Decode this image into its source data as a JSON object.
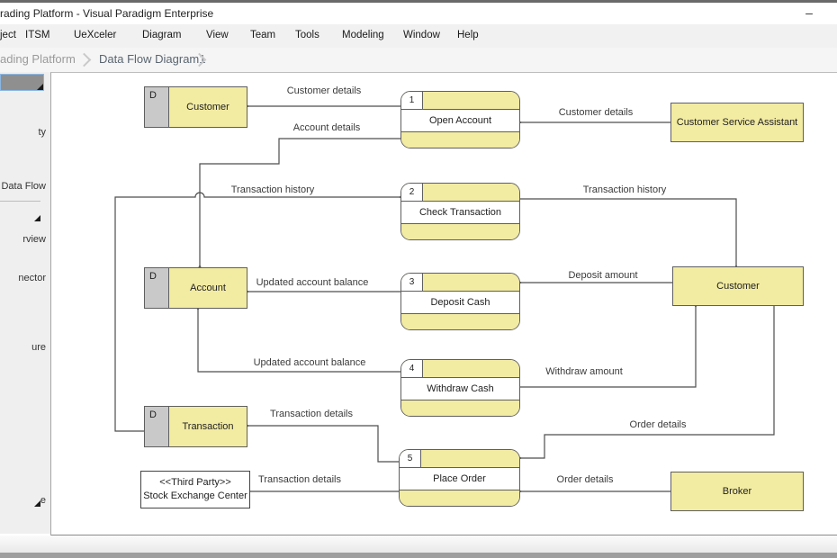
{
  "window": {
    "title": "rading Platform - Visual Paradigm Enterprise",
    "minimize_glyph": "–"
  },
  "menu": {
    "items": [
      "ject",
      "ITSM",
      "UeXceler",
      "Diagram",
      "View",
      "Team",
      "Tools",
      "Modeling",
      "Window",
      "Help"
    ]
  },
  "breadcrumb": {
    "items": [
      "ading Platform",
      "Data Flow Diagram1"
    ]
  },
  "palette": {
    "items": [
      "ty",
      "Data Flow",
      "rview",
      "nector",
      "ure",
      "e"
    ]
  },
  "diagram": {
    "data_stores": [
      {
        "prefix": "D",
        "name": "Customer"
      },
      {
        "prefix": "D",
        "name": "Account"
      },
      {
        "prefix": "D",
        "name": "Transaction"
      }
    ],
    "processes": [
      {
        "number": "1",
        "name": "Open Account"
      },
      {
        "number": "2",
        "name": "Check Transaction"
      },
      {
        "number": "3",
        "name": "Deposit Cash"
      },
      {
        "number": "4",
        "name": "Withdraw Cash"
      },
      {
        "number": "5",
        "name": "Place Order"
      }
    ],
    "entities": [
      {
        "name": "Customer Service Assistant"
      },
      {
        "name": "Customer"
      },
      {
        "name": "Broker"
      }
    ],
    "third_party": {
      "stereotype": "<<Third Party>>",
      "name": "Stock Exchange Center"
    },
    "flows": [
      {
        "label": "Customer details"
      },
      {
        "label": "Customer details"
      },
      {
        "label": "Account details"
      },
      {
        "label": "Transaction history"
      },
      {
        "label": "Transaction history"
      },
      {
        "label": "Deposit amount"
      },
      {
        "label": "Updated account balance"
      },
      {
        "label": "Updated account balance"
      },
      {
        "label": "Withdraw amount"
      },
      {
        "label": "Order details"
      },
      {
        "label": "Order details"
      },
      {
        "label": "Transaction details"
      },
      {
        "label": "Transaction details"
      }
    ]
  },
  "colors": {
    "shape_fill": "#f2eba2",
    "store_prefix_fill": "#c9c9c9",
    "shape_border": "#5f5f5f",
    "connector": "#4e4e4e"
  }
}
